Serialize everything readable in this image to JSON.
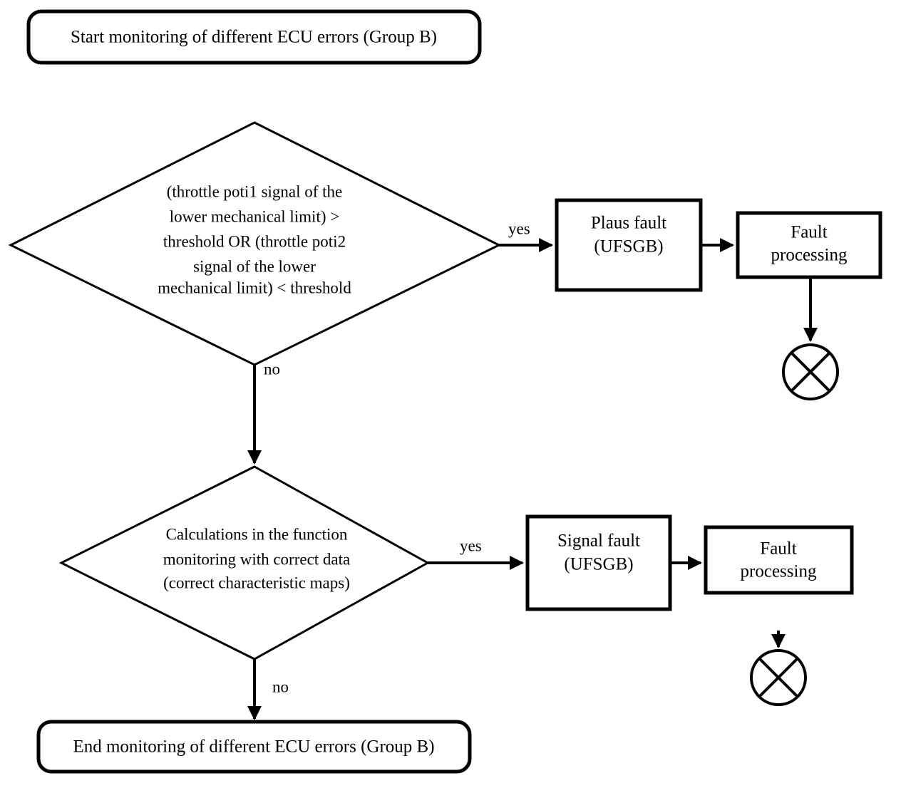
{
  "diagram": {
    "type": "flowchart",
    "title": "Monitoring of different ECU errors (Group B)",
    "background_color": "#ffffff",
    "stroke_color": "#000000",
    "nodes": {
      "start": {
        "shape": "rounded-rectangle",
        "label": "Start monitoring of different ECU errors (Group B)"
      },
      "decision1": {
        "shape": "diamond",
        "lines": [
          "(throttle poti1 signal of the",
          "lower mechanical limit) >",
          "threshold OR (throttle poti2",
          "signal of the lower",
          "mechanical limit) < threshold"
        ]
      },
      "plaus_fault": {
        "shape": "rectangle",
        "lines": [
          "Plaus fault",
          "(UFSGB)"
        ]
      },
      "fault_processing1": {
        "shape": "rectangle",
        "lines": [
          "Fault",
          "processing"
        ]
      },
      "terminator1": {
        "shape": "circle-cross",
        "label": "crossed-circle-terminator"
      },
      "decision2": {
        "shape": "diamond",
        "lines": [
          "Calculations in the function",
          "monitoring with correct data",
          "(correct characteristic maps)"
        ]
      },
      "signal_fault": {
        "shape": "rectangle",
        "lines": [
          "Signal fault",
          "(UFSGB)"
        ]
      },
      "fault_processing2": {
        "shape": "rectangle",
        "lines": [
          "Fault",
          "processing"
        ]
      },
      "terminator2": {
        "shape": "circle-cross",
        "label": "crossed-circle-terminator"
      },
      "end": {
        "shape": "rounded-rectangle",
        "label": "End monitoring of different ECU errors (Group B)"
      }
    },
    "edges": [
      {
        "from": "decision1",
        "to": "plaus_fault",
        "label": "yes"
      },
      {
        "from": "decision1",
        "to": "decision2",
        "label": "no"
      },
      {
        "from": "plaus_fault",
        "to": "fault_processing1",
        "label": ""
      },
      {
        "from": "fault_processing1",
        "to": "terminator1",
        "label": ""
      },
      {
        "from": "decision2",
        "to": "signal_fault",
        "label": "yes"
      },
      {
        "from": "decision2",
        "to": "end",
        "label": "no"
      },
      {
        "from": "signal_fault",
        "to": "fault_processing2",
        "label": ""
      },
      {
        "from": "fault_processing2",
        "to": "terminator2",
        "label": ""
      }
    ],
    "edge_labels": {
      "yes1": "yes",
      "no1": "no",
      "yes2": "yes",
      "no2": "no"
    }
  }
}
